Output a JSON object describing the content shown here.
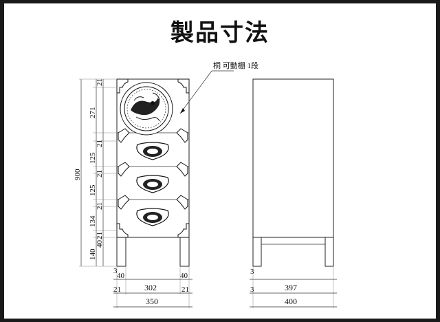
{
  "title": "製品寸法",
  "annotation": "桐 可動棚 1段",
  "front_vertical_dims": [
    "21",
    "271",
    "21",
    "125",
    "21",
    "125",
    "21",
    "134",
    "21",
    "40",
    "140"
  ],
  "total_height": "900",
  "front_bottom_dims": {
    "leg_small_a": "3",
    "leg_a": "40",
    "leg_b": "40",
    "inner": "302",
    "side_a": "21",
    "side_b": "21",
    "total": "350"
  },
  "side_bottom_dims": {
    "small_top": "3",
    "small": "3",
    "inner": "397",
    "total": "400"
  }
}
